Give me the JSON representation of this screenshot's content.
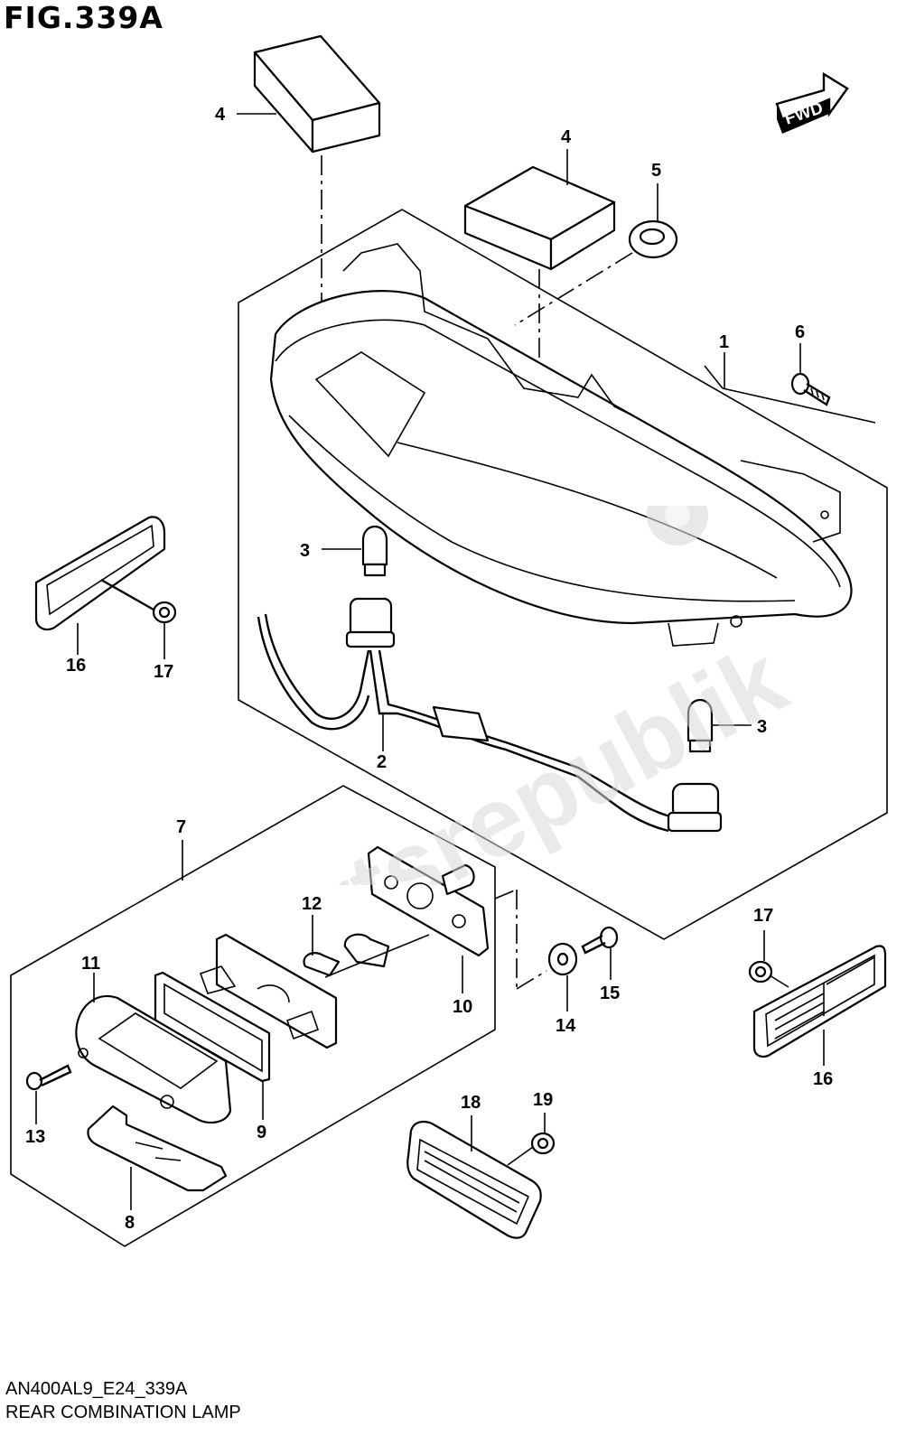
{
  "figure": {
    "title": "FIG.339A",
    "code": "AN400AL9_E24_339A",
    "caption": "REAR COMBINATION LAMP",
    "fwd_label": "FWD",
    "watermark": "Partsrepublik"
  },
  "callouts": {
    "c1": "1",
    "c2": "2",
    "c3a": "3",
    "c3b": "3",
    "c4a": "4",
    "c4b": "4",
    "c5": "5",
    "c6": "6",
    "c7": "7",
    "c8": "8",
    "c9": "9",
    "c10": "10",
    "c11": "11",
    "c12": "12",
    "c13": "13",
    "c14": "14",
    "c15": "15",
    "c16a": "16",
    "c16b": "16",
    "c17a": "17",
    "c17b": "17",
    "c18": "18",
    "c19": "19"
  }
}
